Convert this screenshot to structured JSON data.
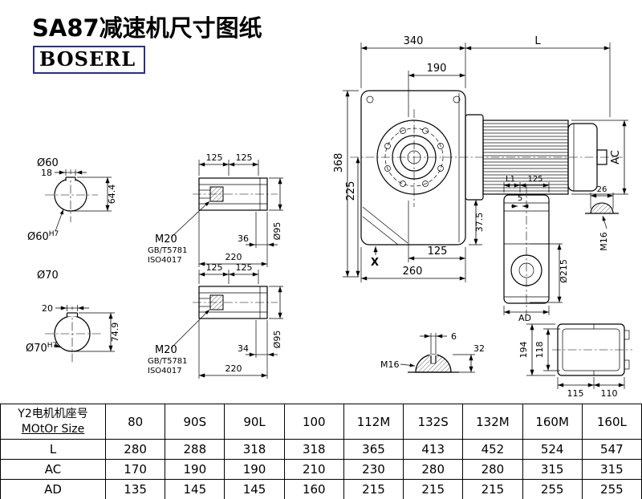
{
  "title": "SA87减速机尺寸图纸",
  "brand": "BOSERL",
  "main_view": {
    "d340": "340",
    "dL": "L",
    "d190": "190",
    "d368": "368",
    "d225": "225",
    "d37_5": "37.5",
    "d125": "125",
    "d260": "260",
    "dAC": "AC",
    "dX": "X"
  },
  "shaft60": {
    "label": "Ø60",
    "key_w": "18",
    "key_h": "64.4",
    "bore": "Ø60",
    "bore_tol": "H7"
  },
  "shaft70": {
    "label": "Ø70",
    "key_w": "20",
    "key_h": "74.9",
    "bore": "Ø70",
    "bore_tol": "H7"
  },
  "shaft_top": {
    "d125a": "125",
    "d125b": "125",
    "thread": "M20",
    "std1": "GB/T5781",
    "std2": "ISO4017",
    "d36": "36",
    "d220": "220",
    "d95": "Ø95"
  },
  "shaft_bottom": {
    "d125a": "125",
    "d125b": "125",
    "thread": "M20",
    "std1": "GB/T5781",
    "std2": "ISO4017",
    "d34": "34",
    "d220": "220",
    "d95": "Ø95"
  },
  "side_view": {
    "dL1": "L1",
    "d125": "125",
    "d5": "5",
    "d26": "26",
    "thread": "M16",
    "d215": "Ø215",
    "dAD": "AD"
  },
  "plug_detail": {
    "d6": "6",
    "d32": "32",
    "thread": "M16"
  },
  "bottom_view": {
    "d194": "194",
    "d118": "118",
    "d115": "115",
    "d110": "110"
  },
  "table": {
    "header_label_line1": "Y2电机机座号",
    "header_label_line2": "MOtOr Size",
    "columns": [
      "80",
      "90S",
      "90L",
      "100",
      "112M",
      "132S",
      "132M",
      "160M",
      "160L"
    ],
    "rows": [
      {
        "label": "L",
        "values": [
          "280",
          "288",
          "318",
          "318",
          "365",
          "413",
          "452",
          "524",
          "547"
        ]
      },
      {
        "label": "AC",
        "values": [
          "170",
          "190",
          "190",
          "210",
          "230",
          "280",
          "280",
          "315",
          "315"
        ]
      },
      {
        "label": "AD",
        "values": [
          "135",
          "145",
          "145",
          "160",
          "215",
          "215",
          "215",
          "255",
          "255"
        ]
      }
    ]
  }
}
